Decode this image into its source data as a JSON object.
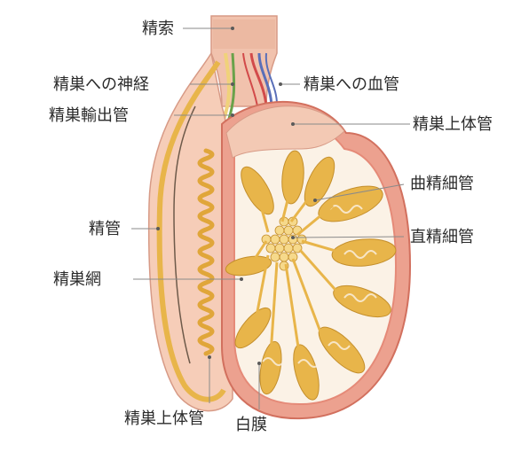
{
  "labels": {
    "spermatic_cord": "精索",
    "testicular_nerve": "精巣への神経",
    "testicular_vessels": "精巣への血管",
    "efferent_ductules": "精巣輸出管",
    "epididymis_head": "精巣上体管",
    "seminiferous_tubule": "曲精細管",
    "vas_deferens": "精管",
    "straight_tubule": "直精細管",
    "rete_testis": "精巣網",
    "epididymis_tail": "精巣上体管",
    "tunica_albuginea": "白膜"
  },
  "colors": {
    "outer_skin": "#f3c9b4",
    "tunica": "#e58a78",
    "tubule": "#e8b54a",
    "tubule_light": "#f6d98b",
    "nerve": "#6aa24a",
    "artery": "#d24a4a",
    "vein": "#5a6fb8",
    "inner_bg": "#fbf2e6"
  }
}
